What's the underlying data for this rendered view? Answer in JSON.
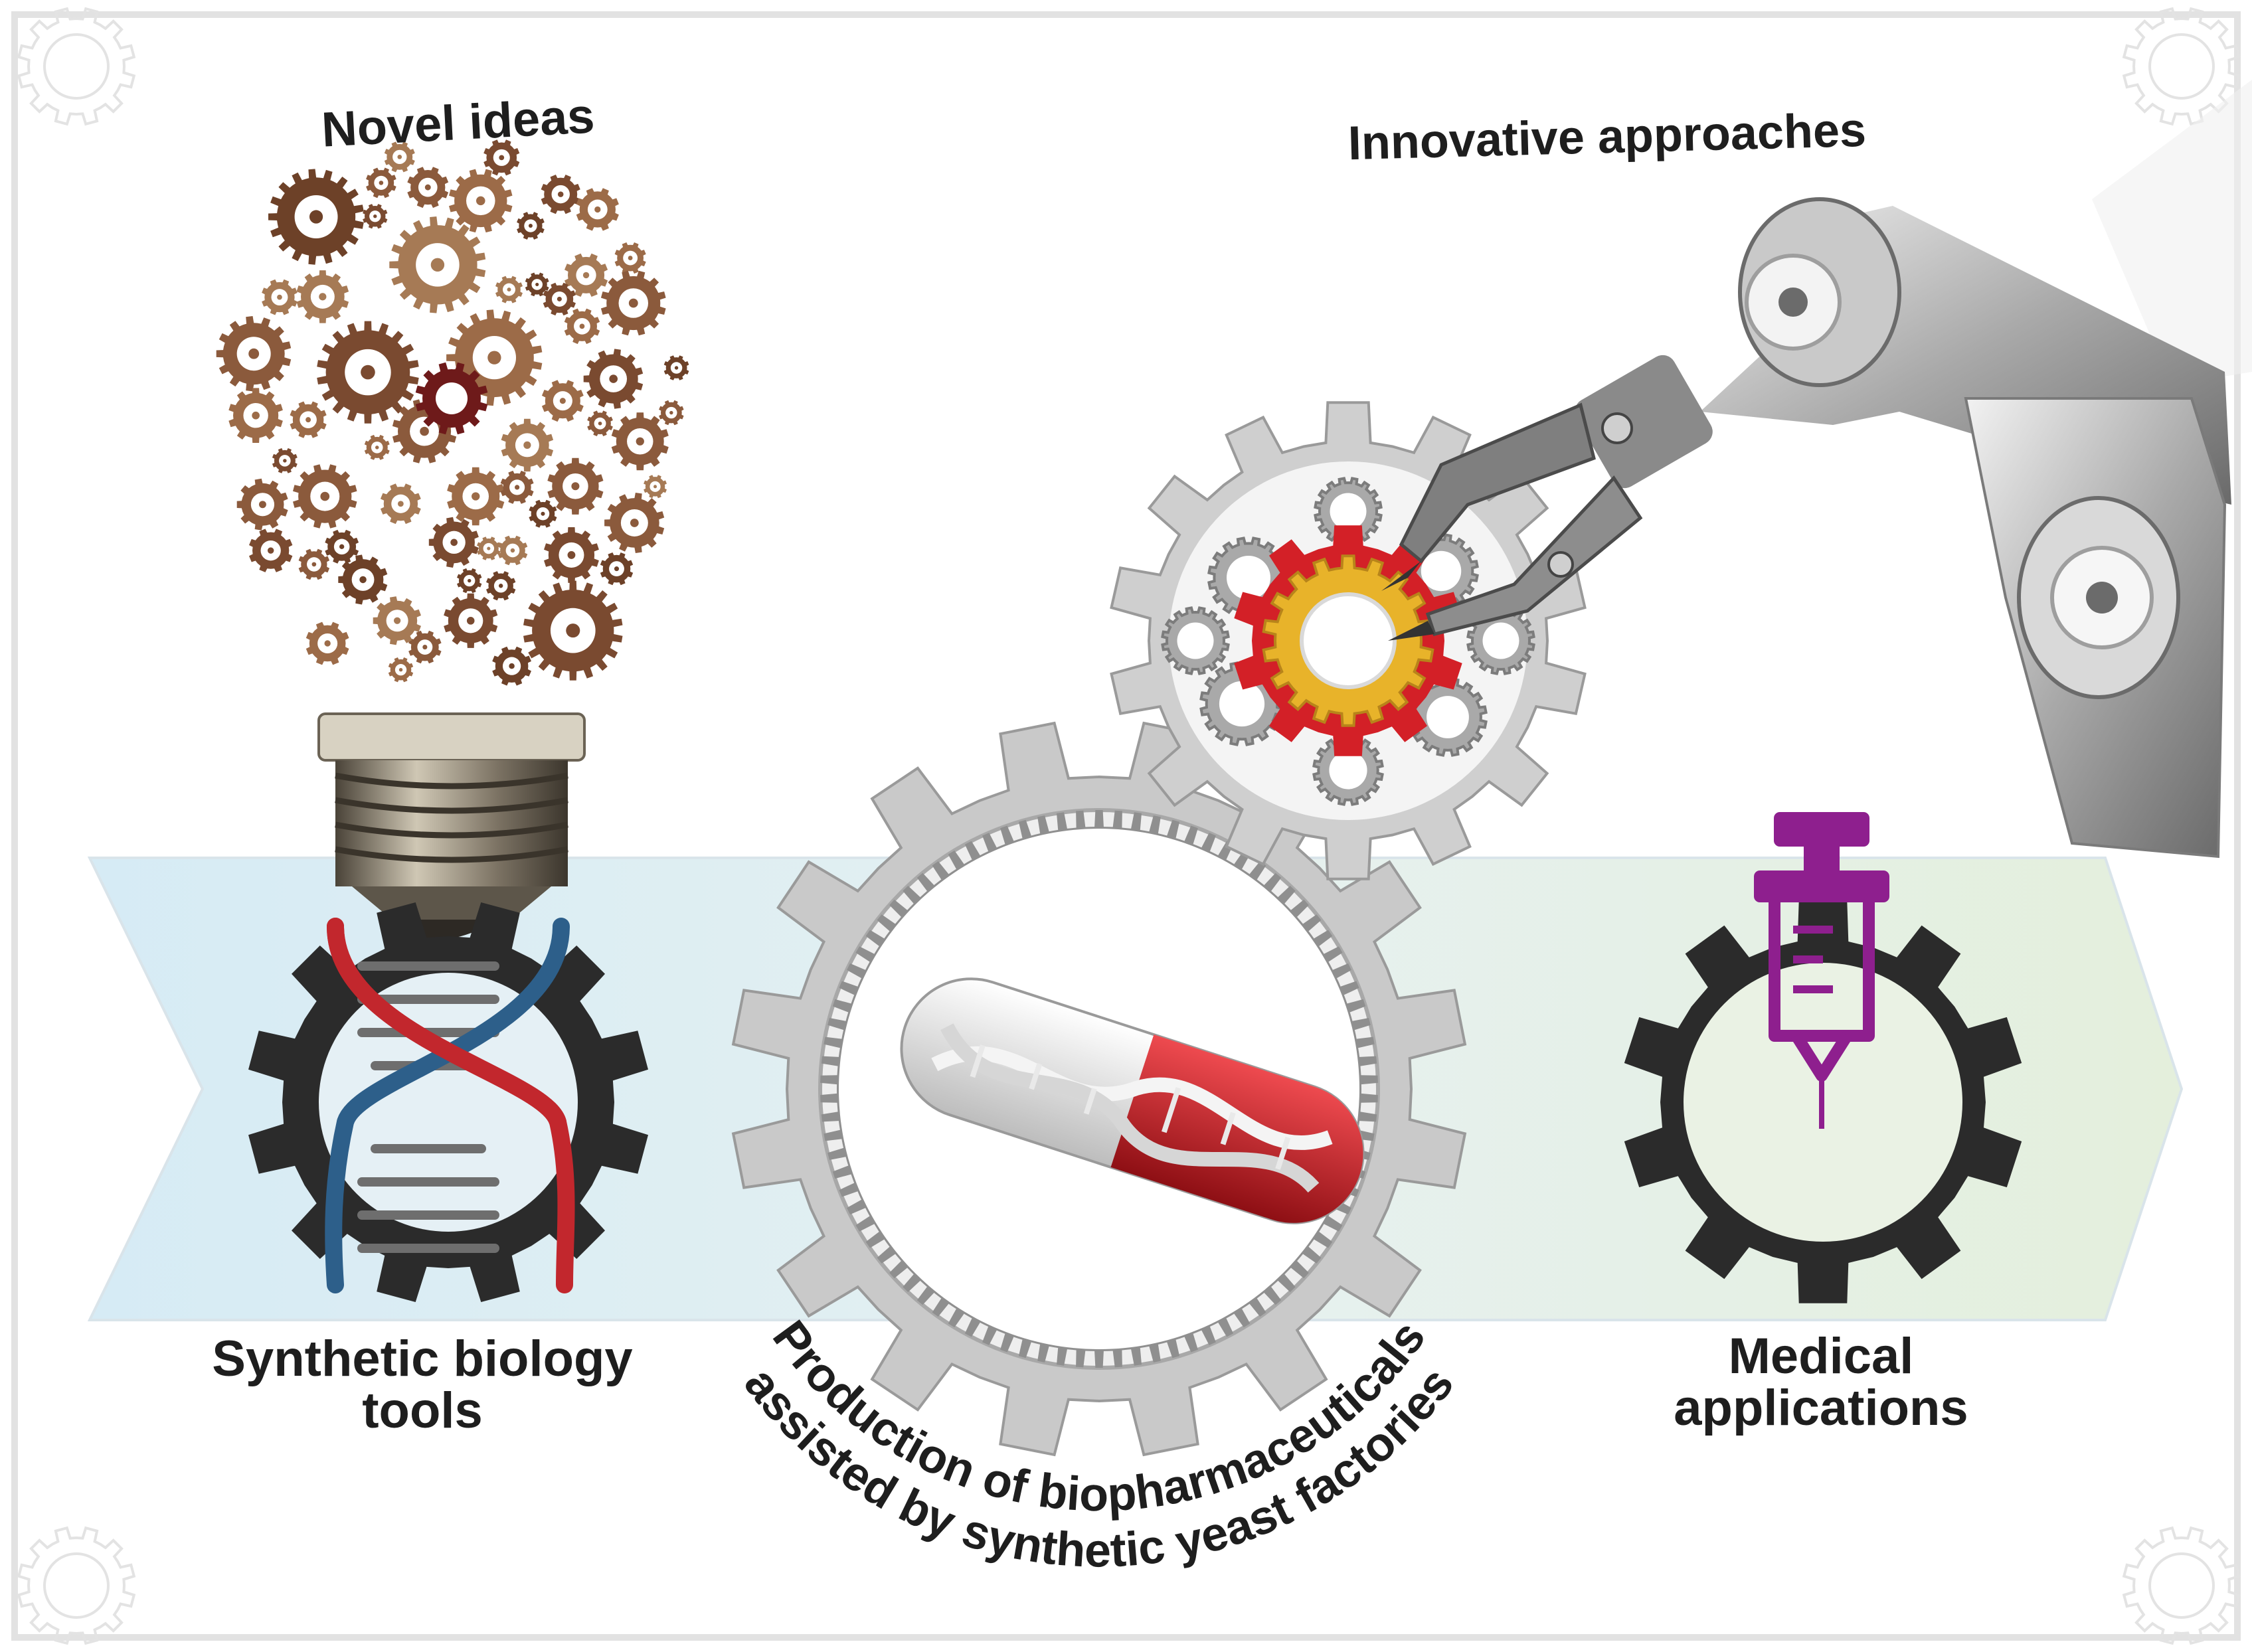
{
  "labels": {
    "novel_ideas": "Novel ideas",
    "innovative_approaches": "Innovative approaches",
    "synthetic_biology_tools_line1": "Synthetic biology",
    "synthetic_biology_tools_line2": "tools",
    "production_line1": "Production of biopharmaceuticals",
    "production_line2": "assisted by synthetic yeast factories",
    "medical_applications_line1": "Medical",
    "medical_applications_line2": "applications"
  },
  "colors": {
    "frame_border": "#e2e2e2",
    "arrow_left": "#d6ebf5",
    "arrow_right": "#e4efdc",
    "bulb_gear": "#8b5a3c",
    "bulb_gear_dark": "#6e1a1a",
    "socket": "#7b7263",
    "dna_red": "#c2272d",
    "dna_blue": "#2d5f8a",
    "dark_gear": "#2b2b2b",
    "grey_gear": "#c9c9c9",
    "capsule_red": "#c41e24",
    "syringe_purple": "#8e1f8e",
    "robot_metal": "#a7a7a7",
    "red_gear": "#d32027",
    "yellow_gear": "#e8b32a"
  },
  "icons": {
    "lightbulb": "lightbulb-of-gears-icon",
    "dna_gear": "dna-gear-icon",
    "capsule_gear": "capsule-gear-icon",
    "syringe_gear": "syringe-gear-icon",
    "robot_arm": "robot-arm-icon",
    "corner_gear": "corner-gear-icon"
  }
}
